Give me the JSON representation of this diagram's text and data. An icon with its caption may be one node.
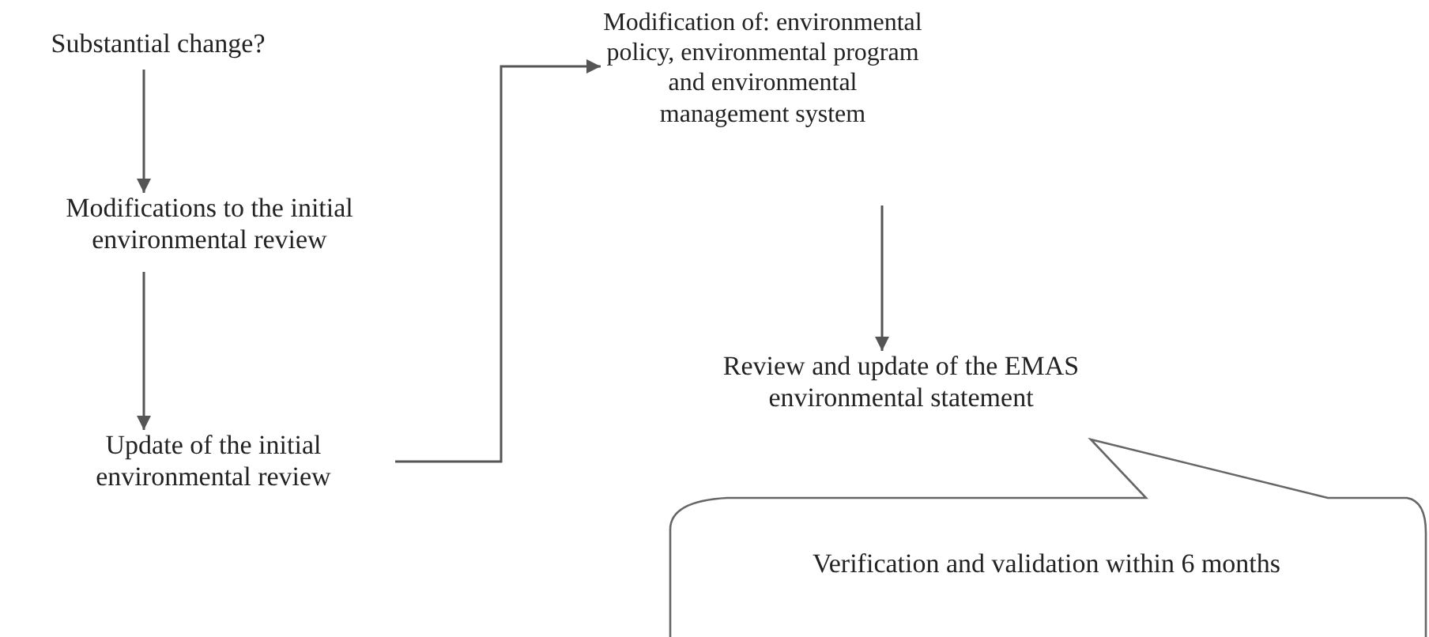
{
  "diagram": {
    "nodes": [
      {
        "text": [
          "Substantial change?"
        ]
      },
      {
        "text": [
          "Modifications to the initial environmental review"
        ]
      },
      {
        "text": [
          "Update of the initial environmental review"
        ]
      },
      {
        "text": [
          "Modification of: environmental policy, environmental program and environmental management system"
        ]
      },
      {
        "text": [
          "Review and update of the EMAS environmental statement"
        ]
      },
      {
        "text": [
          "Verification and validation within 6 months"
        ]
      }
    ],
    "edges": [
      {
        "from": 0,
        "to": 1,
        "arrow": "to"
      },
      {
        "from": 1,
        "to": 2,
        "arrow": "to"
      },
      {
        "from": 2,
        "to": 3,
        "arrow": "to"
      },
      {
        "from": 3,
        "to": 4,
        "arrow": "to"
      }
    ]
  }
}
